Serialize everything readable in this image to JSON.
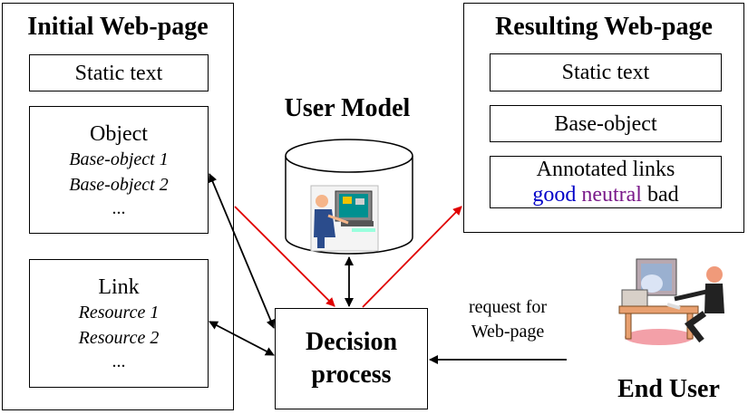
{
  "initial_page": {
    "title": "Initial Web-page",
    "static_text": "Static text",
    "object": {
      "title": "Object",
      "items": [
        "Base-object 1",
        "Base-object 2"
      ],
      "more": "..."
    },
    "link": {
      "title": "Link",
      "items": [
        "Resource 1",
        "Resource 2"
      ],
      "more": "..."
    }
  },
  "resulting_page": {
    "title": "Resulting Web-page",
    "static_text": "Static text",
    "base_object": "Base-object",
    "annotated_links": {
      "title": "Annotated links",
      "good": "good",
      "neutral": "neutral",
      "bad": "bad",
      "colors": {
        "good": "#0000c8",
        "neutral": "#7a1a8a",
        "bad": "#000000"
      }
    }
  },
  "user_model": {
    "title": "User Model"
  },
  "decision": {
    "line1": "Decision",
    "line2": "process"
  },
  "request": {
    "line1": "request for",
    "line2": "Web-page"
  },
  "end_user": {
    "title": "End User"
  },
  "colors": {
    "red_arrow": "#e00000",
    "black_arrow": "#000000",
    "monitor_screen": "#009090",
    "person_body": "#2b4c8c",
    "desk": "#e8a070"
  }
}
